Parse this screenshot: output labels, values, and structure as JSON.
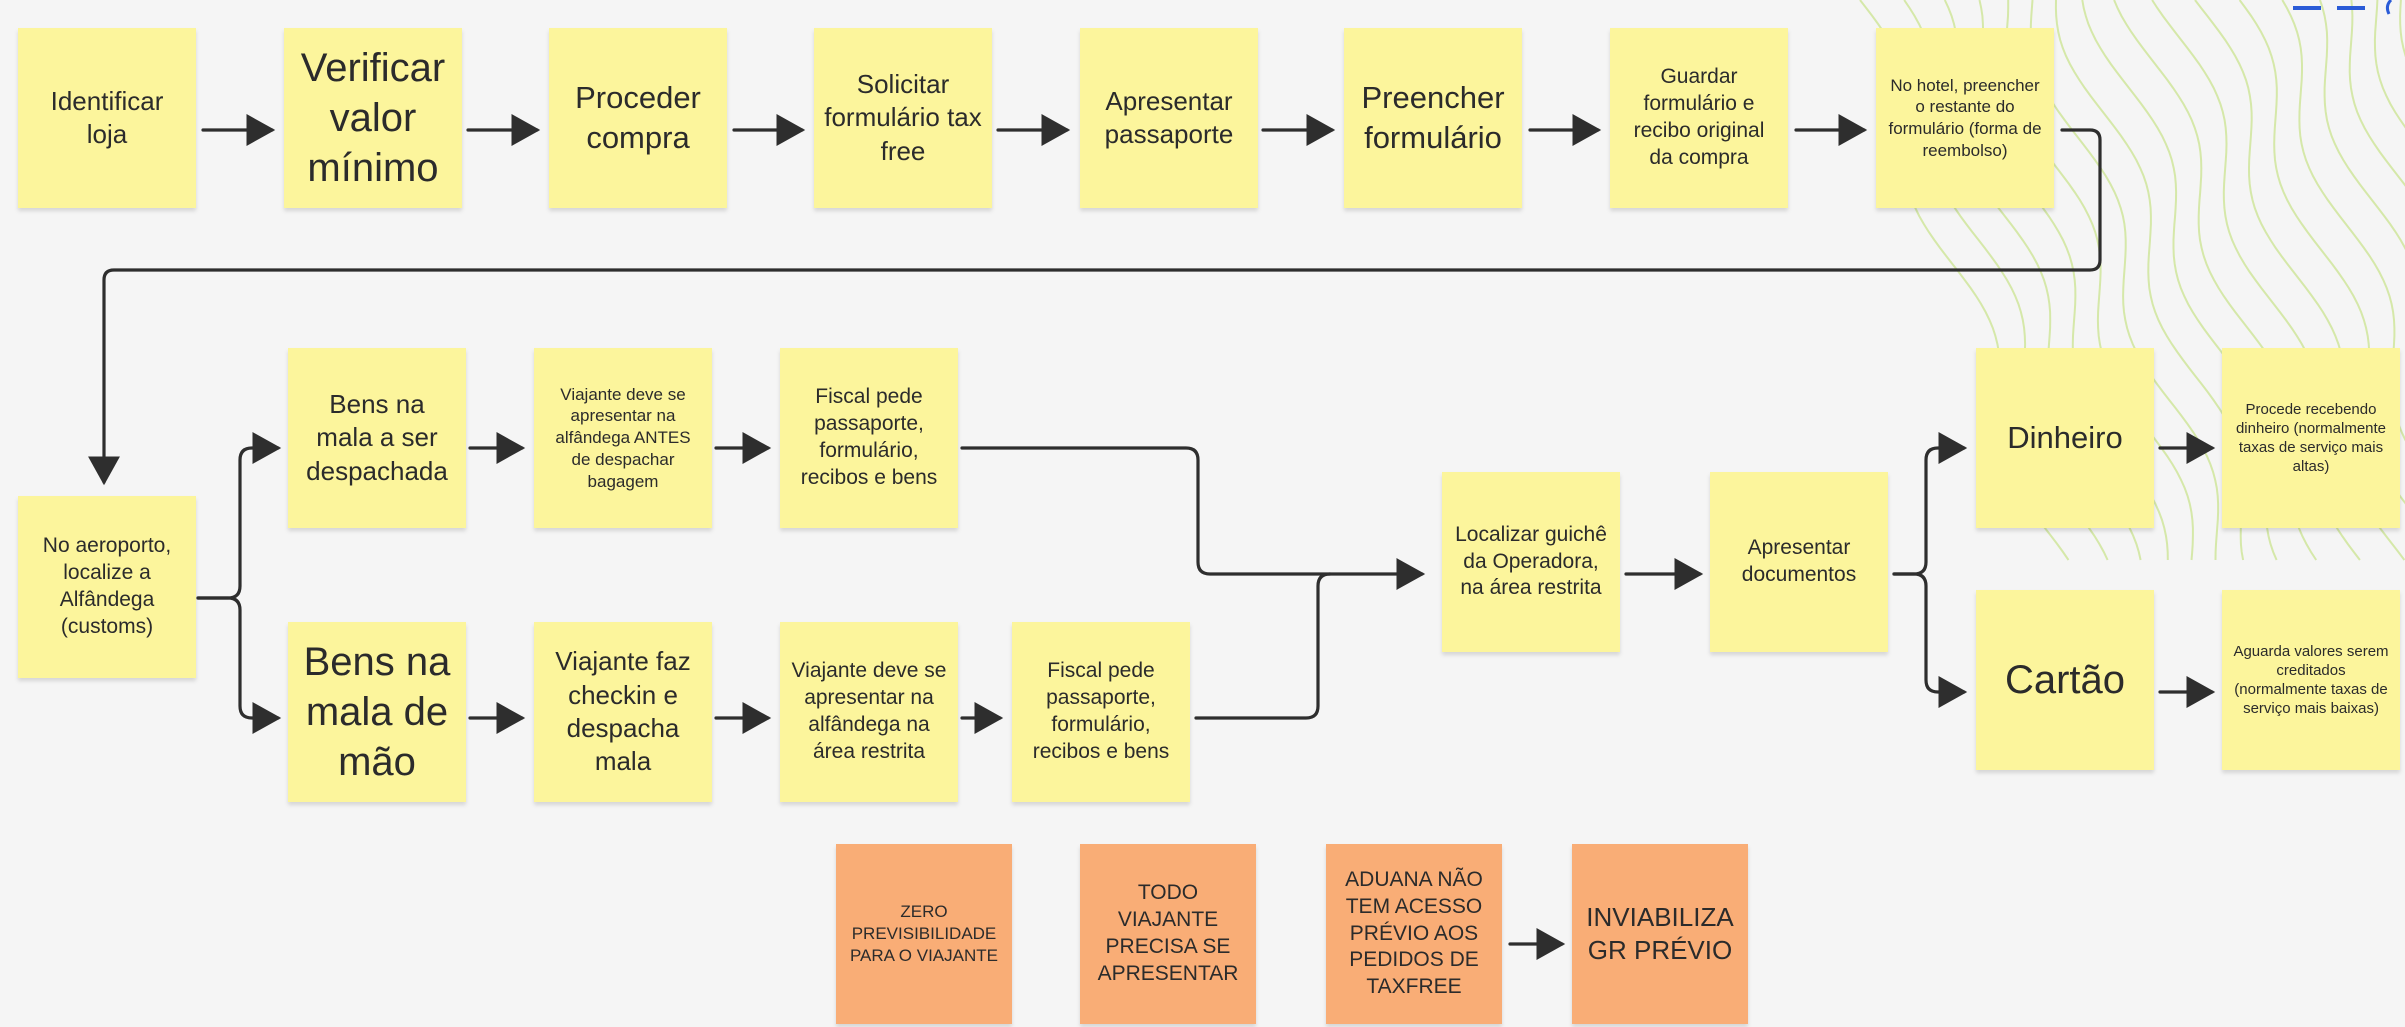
{
  "colors": {
    "yellow_note": "#fcf59c",
    "orange_note": "#f9ad76",
    "arrow": "#2e2e2e",
    "background": "#f5f5f5",
    "wave": "#c9e38f",
    "corner_accent": "#2a5bd7"
  },
  "notes": {
    "identificar_loja": "Identificar loja",
    "verificar_valor": "Verificar valor mínimo",
    "proceder_compra": "Proceder compra",
    "solicitar_formulario": "Solicitar formulário tax free",
    "apresentar_passaporte": "Apresentar passaporte",
    "preencher_formulario": "Preencher formulário",
    "guardar_formulario": "Guardar formulário e recibo original da compra",
    "no_hotel": "No hotel, preencher o restante do formulário (forma de reembolso)",
    "no_aeroporto": "No aeroporto, localize a Alfândega (customs)",
    "bens_despachada": "Bens na mala a ser despachada",
    "viajante_antes": "Viajante deve se apresentar na alfândega ANTES de despachar bagagem",
    "fiscal_pede_1": "Fiscal pede passaporte, formulário, recibos e bens",
    "bens_mao": "Bens na mala de mão",
    "viajante_checkin": "Viajante faz checkin e despacha mala",
    "viajante_restrita": "Viajante deve se apresentar na alfândega na área restrita",
    "fiscal_pede_2": "Fiscal pede passaporte, formulário, recibos e bens",
    "localizar_guiche": "Localizar guichê da Operadora, na área restrita",
    "apresentar_documentos": "Apresentar documentos",
    "dinheiro": "Dinheiro",
    "cartao": "Cartão",
    "procede_recebendo": "Procede recebendo dinheiro (normalmente taxas de serviço mais altas)",
    "aguarda_valores": "Aguarda valores serem creditados (normalmente taxas de serviço mais baixas)",
    "zero_previsibilidade": "ZERO PREVISIBILIDADE PARA O VIAJANTE",
    "todo_viajante": "TODO VIAJANTE PRECISA SE APRESENTAR",
    "aduana_sem_acesso": "ADUANA NÃO TEM ACESSO PRÉVIO AOS PEDIDOS DE TAXFREE",
    "inviabiliza_gr": "INVIABILIZA GR PRÉVIO"
  }
}
